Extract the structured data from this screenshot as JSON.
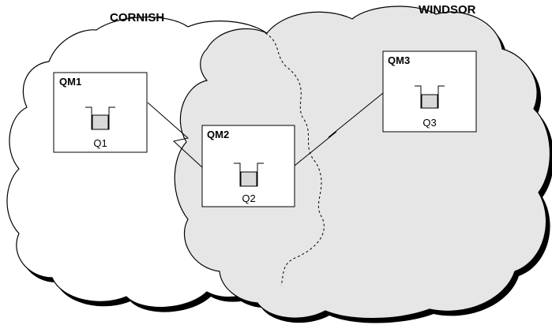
{
  "clusters": [
    {
      "label": "CORNISH"
    },
    {
      "label": "WINDSOR"
    }
  ],
  "queue_managers": [
    {
      "label": "QM1",
      "queue": "Q1"
    },
    {
      "label": "QM2",
      "queue": "Q2"
    },
    {
      "label": "QM3",
      "queue": "Q3"
    }
  ],
  "colors": {
    "windsor_fill": "#e6e6e6",
    "cornish_fill": "#ffffff",
    "shadow": "#000000",
    "queue_fill": "#d9d9d9",
    "line": "#000000"
  }
}
